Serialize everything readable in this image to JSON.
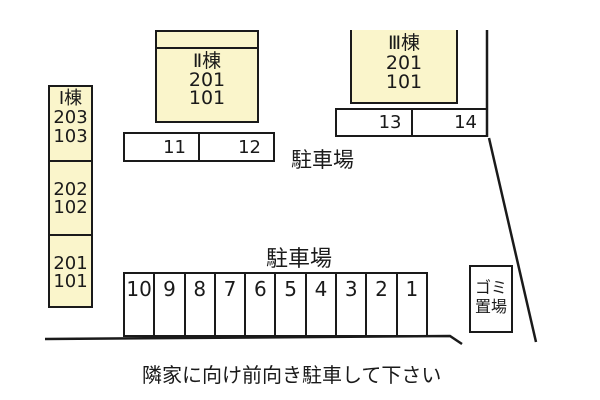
{
  "diagram": {
    "caption": "隣家に向け前向き駐車して下さい",
    "colors": {
      "building_fill": "#FAF5CB",
      "line": "#1A1A1A",
      "background": "#FFFFFF"
    },
    "building_1": {
      "label": "Ⅰ棟",
      "sections": [
        {
          "line1": "203",
          "line2": "103"
        },
        {
          "line1": "202",
          "line2": "102"
        },
        {
          "line1": "201",
          "line2": "101"
        }
      ]
    },
    "building_2": {
      "label": "Ⅱ棟",
      "line1": "201",
      "line2": "101"
    },
    "building_3": {
      "label": "Ⅲ棟",
      "line1": "201",
      "line2": "101"
    },
    "garbage_area": {
      "line1": "ゴミ",
      "line2": "置場"
    },
    "parking": {
      "upper_label": "駐車場",
      "lower_label": "駐車場",
      "spaces_upper_left": [
        "11",
        "12"
      ],
      "spaces_upper_right": [
        "13",
        "14"
      ],
      "spaces_main": [
        "10",
        "9",
        "8",
        "7",
        "6",
        "5",
        "4",
        "3",
        "2",
        "1"
      ]
    }
  }
}
